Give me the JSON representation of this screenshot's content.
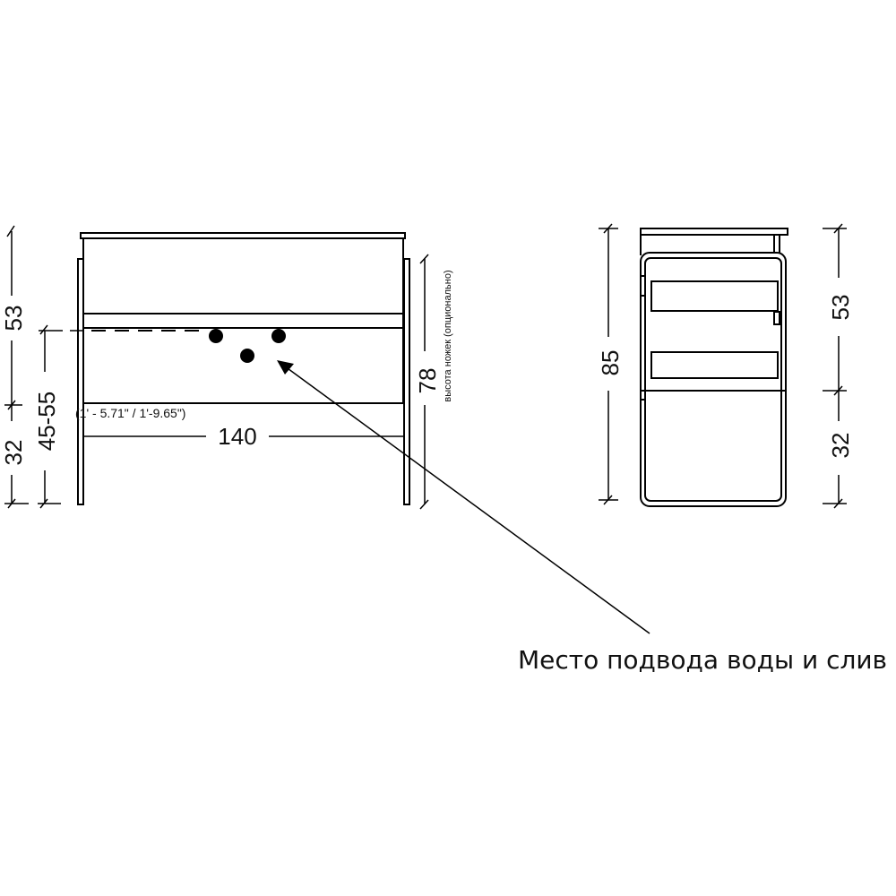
{
  "front_view": {
    "dim_top_section": "53",
    "dim_bottom_section": "32",
    "dim_drain_height": "45-55",
    "dim_drain_height_imperial": "(1' - 5.71\" / 1'-9.65\")",
    "dim_width": "140",
    "dim_leg_height": "78",
    "leg_height_note": "высота ножек (опционально)"
  },
  "side_view": {
    "dim_total_height": "85",
    "dim_top_section": "53",
    "dim_bottom_section": "32"
  },
  "callout": {
    "label": "Место подвода воды и слив"
  }
}
